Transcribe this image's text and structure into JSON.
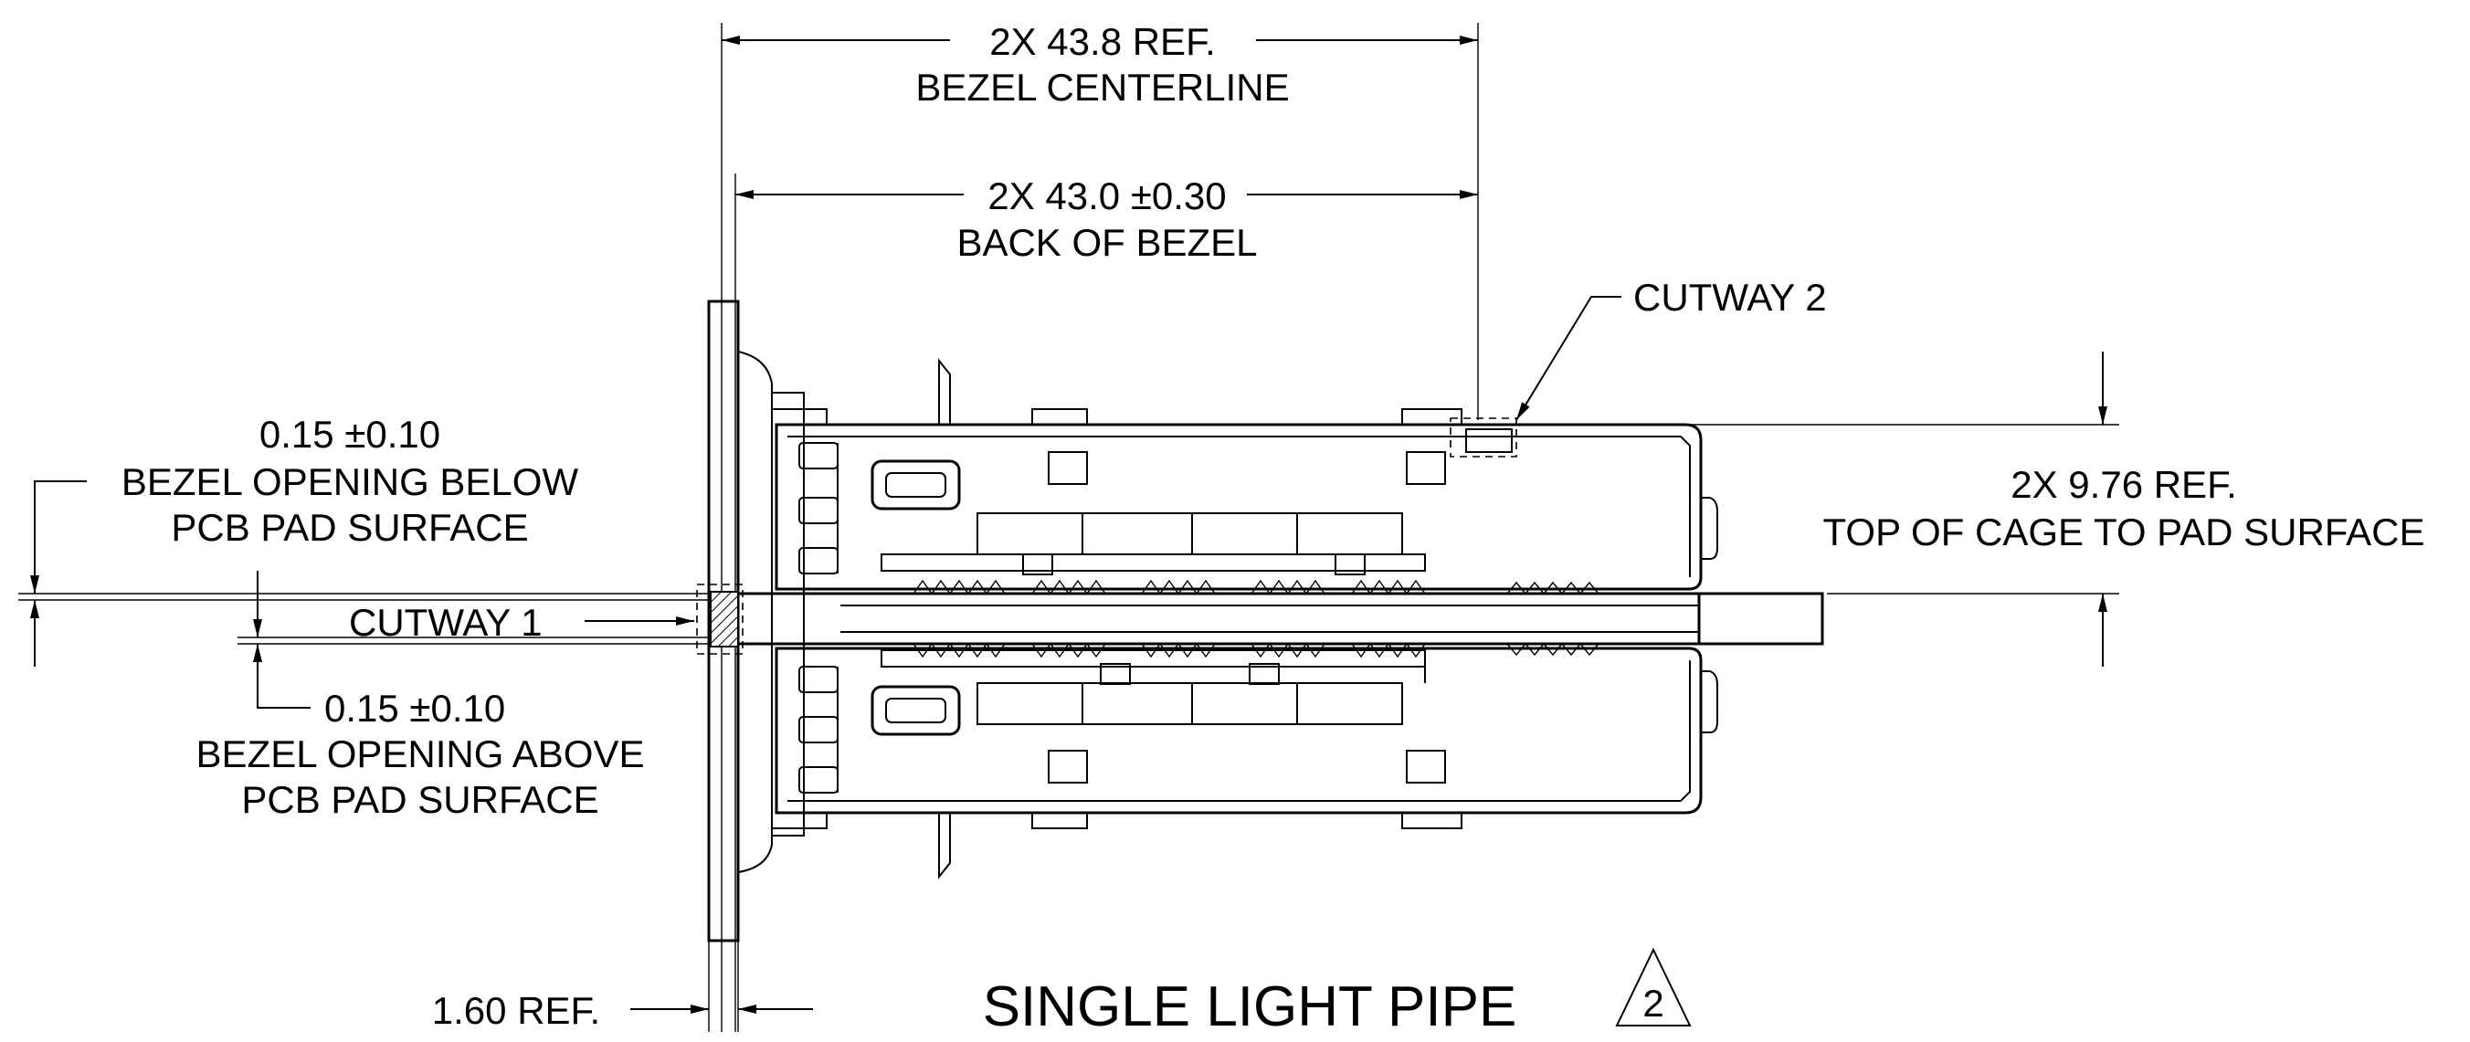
{
  "dimensions": {
    "bezel_centerline": {
      "value": "2X 43.8 REF.",
      "label": "BEZEL CENTERLINE"
    },
    "back_of_bezel": {
      "value": "2X 43.0 ±0.30",
      "label": "BACK OF BEZEL"
    },
    "top_of_cage": {
      "value": "2X 9.76 REF.",
      "label": "TOP OF CAGE TO PAD SURFACE"
    },
    "opening_below": {
      "value": "0.15 ±0.10",
      "line1": "BEZEL OPENING BELOW",
      "line2": "PCB PAD SURFACE"
    },
    "opening_above": {
      "value": "0.15 ±0.10",
      "line1": "BEZEL OPENING ABOVE",
      "line2": "PCB PAD SURFACE"
    },
    "bezel_thickness": {
      "value": "1.60 REF."
    }
  },
  "callouts": {
    "cutway_1": "CUTWAY 1",
    "cutway_2": "CUTWAY 2"
  },
  "title": {
    "text": "SINGLE LIGHT PIPE",
    "revision": "2"
  }
}
